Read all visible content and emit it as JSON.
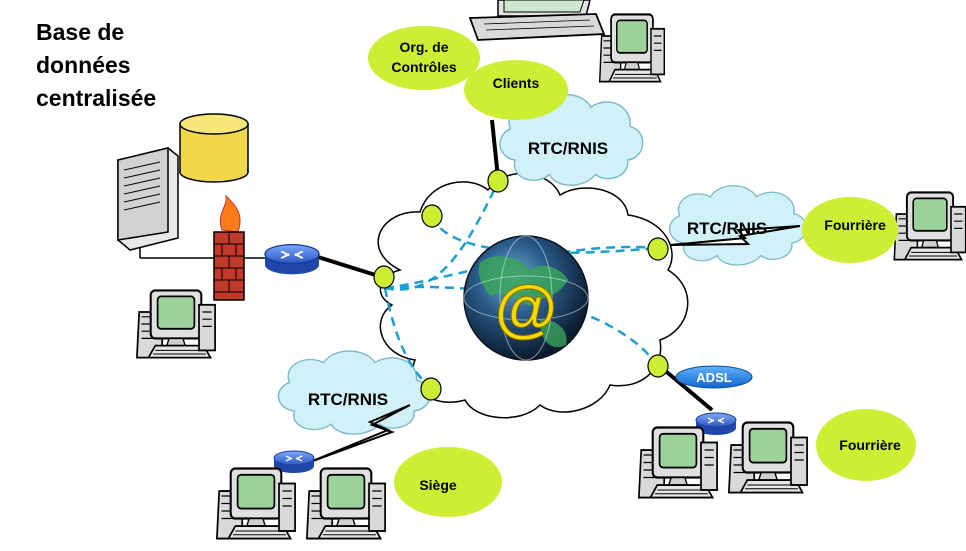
{
  "title": [
    "Base de",
    "données",
    "centralisée"
  ],
  "labels": {
    "org_controls": [
      "Org. de",
      "Contrôles"
    ],
    "clients": "Clients",
    "rtc_top": "RTC/RNIS",
    "rtc_right": "RTC/RNIS",
    "rtc_left": "RTC/RNIS",
    "fourriere_right": "Fourrière",
    "fourriere_bottom": "Fourrière",
    "siege": "Siège",
    "adsl": "ADSL",
    "internet_symbol": "@"
  },
  "colors": {
    "label_bubble": "#ccee33",
    "cloud_fill": "#cff1f7",
    "dashed_links": "#1a9fd0",
    "globe_symbol": "#f5d800",
    "router": "#3b6fd6",
    "database": "#f0d84a",
    "firewall": "#c0392b"
  },
  "icons": [
    "server-icon",
    "database-icon",
    "firewall-icon",
    "router-icon",
    "workstation-icon",
    "laptop-icon",
    "cloud-icon",
    "globe-icon"
  ]
}
